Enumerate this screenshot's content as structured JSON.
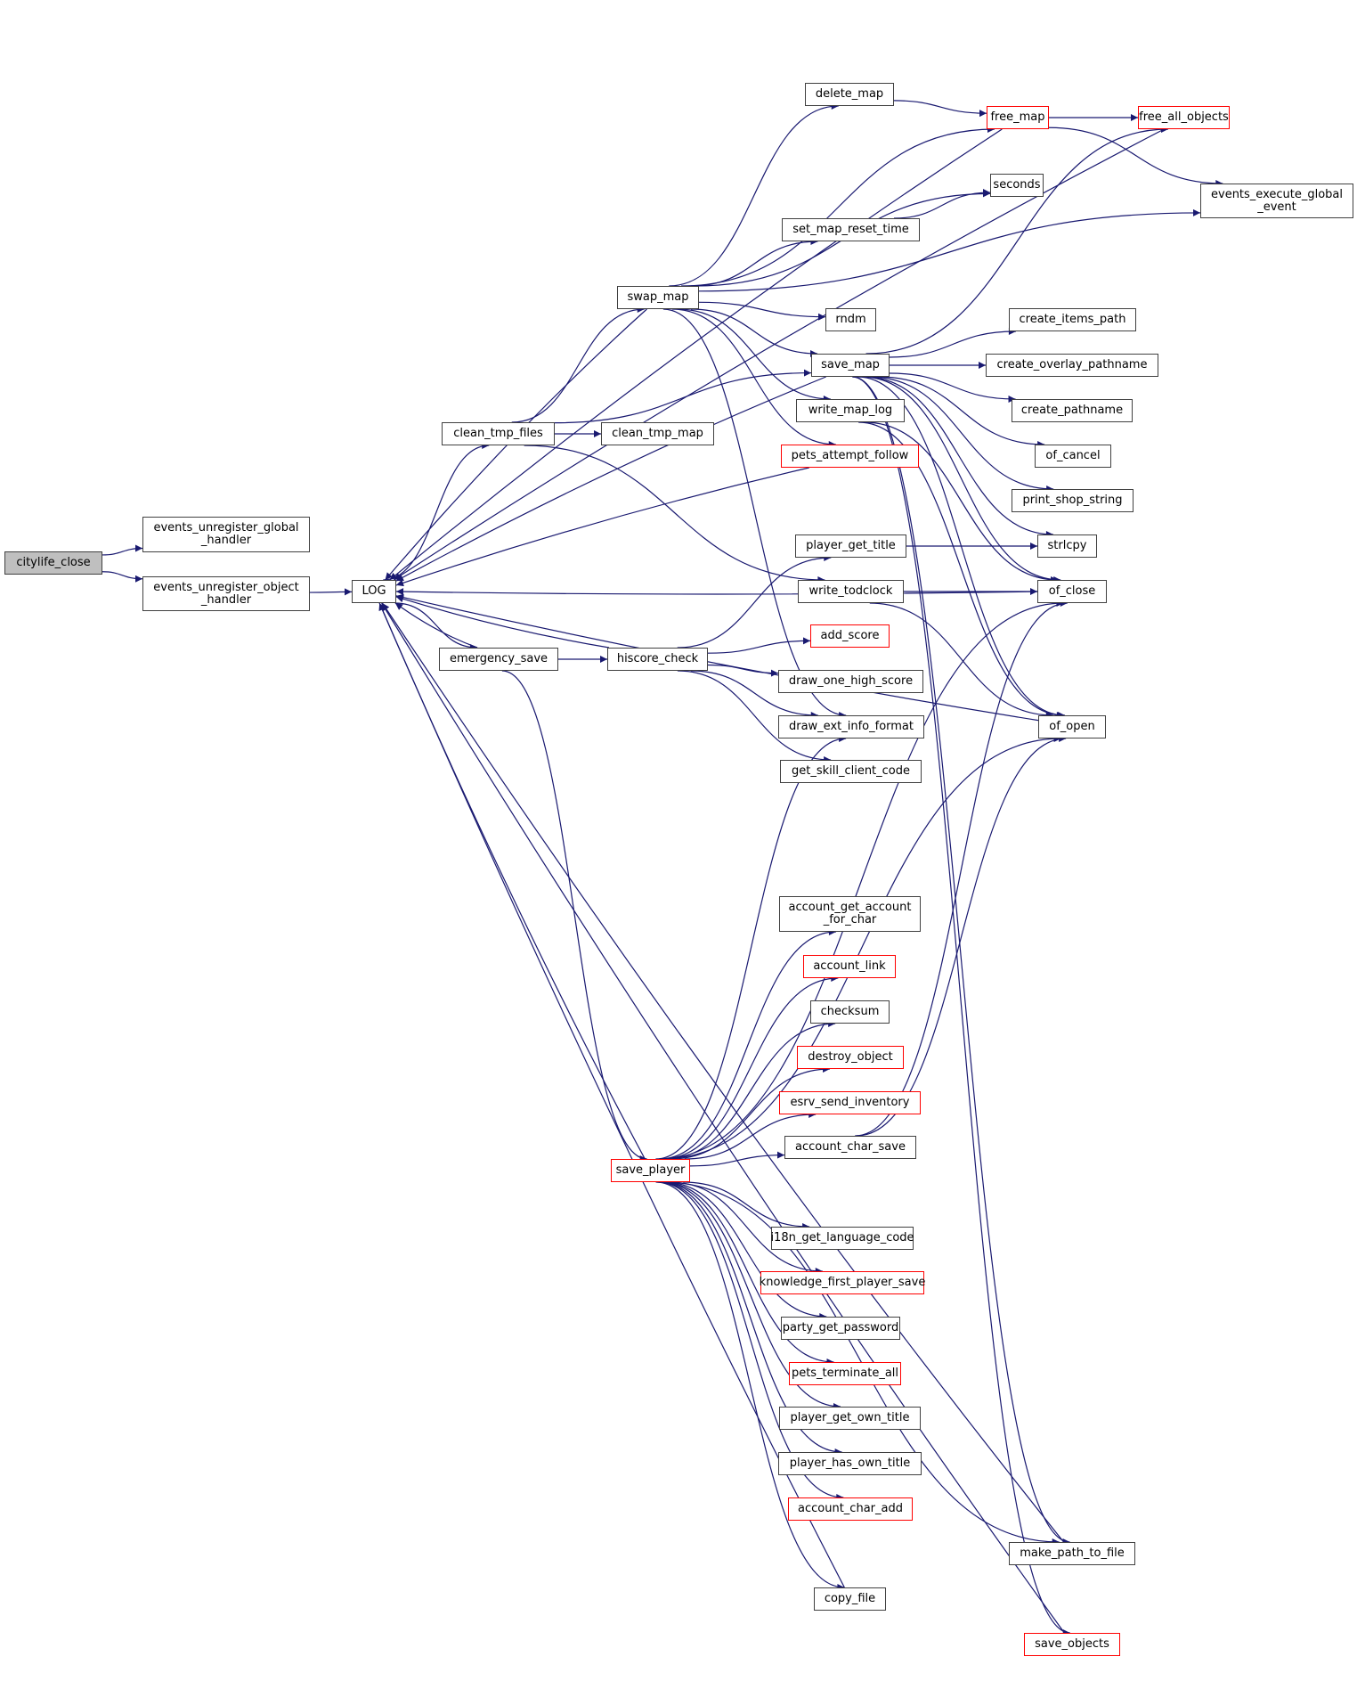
{
  "graph": {
    "title": "citylife_close call graph",
    "colors": {
      "edge": "#191970",
      "node_border": "#404040",
      "node_red_border": "#ff0000",
      "root_fill": "#bfbfbf"
    },
    "nodes": [
      {
        "id": "citylife_close",
        "label": "citylife_close",
        "style": "root"
      },
      {
        "id": "eugh",
        "label": "events_unregister_global\n_handler",
        "style": "normal"
      },
      {
        "id": "euoh",
        "label": "events_unregister_object\n_handler",
        "style": "normal"
      },
      {
        "id": "LOG",
        "label": "LOG",
        "style": "normal"
      },
      {
        "id": "emergency_save",
        "label": "emergency_save",
        "style": "normal"
      },
      {
        "id": "clean_tmp_files",
        "label": "clean_tmp_files",
        "style": "normal"
      },
      {
        "id": "clean_tmp_map",
        "label": "clean_tmp_map",
        "style": "normal"
      },
      {
        "id": "swap_map",
        "label": "swap_map",
        "style": "normal"
      },
      {
        "id": "delete_map",
        "label": "delete_map",
        "style": "normal"
      },
      {
        "id": "free_map",
        "label": "free_map",
        "style": "red"
      },
      {
        "id": "free_all_objects",
        "label": "free_all_objects",
        "style": "red"
      },
      {
        "id": "seconds",
        "label": "seconds",
        "style": "normal"
      },
      {
        "id": "set_map_reset_time",
        "label": "set_map_reset_time",
        "style": "normal"
      },
      {
        "id": "eeg",
        "label": "events_execute_global\n_event",
        "style": "normal"
      },
      {
        "id": "rndm",
        "label": "rndm",
        "style": "normal"
      },
      {
        "id": "save_map",
        "label": "save_map",
        "style": "normal"
      },
      {
        "id": "create_items_path",
        "label": "create_items_path",
        "style": "normal"
      },
      {
        "id": "create_overlay_pathname",
        "label": "create_overlay_pathname",
        "style": "normal"
      },
      {
        "id": "create_pathname",
        "label": "create_pathname",
        "style": "normal"
      },
      {
        "id": "of_cancel",
        "label": "of_cancel",
        "style": "normal"
      },
      {
        "id": "print_shop_string",
        "label": "print_shop_string",
        "style": "normal"
      },
      {
        "id": "strlcpy",
        "label": "strlcpy",
        "style": "normal"
      },
      {
        "id": "of_close",
        "label": "of_close",
        "style": "normal"
      },
      {
        "id": "of_open",
        "label": "of_open",
        "style": "normal"
      },
      {
        "id": "write_map_log",
        "label": "write_map_log",
        "style": "normal"
      },
      {
        "id": "pets_attempt_follow",
        "label": "pets_attempt_follow",
        "style": "red"
      },
      {
        "id": "player_get_title",
        "label": "player_get_title",
        "style": "normal"
      },
      {
        "id": "write_todclock",
        "label": "write_todclock",
        "style": "normal"
      },
      {
        "id": "hiscore_check",
        "label": "hiscore_check",
        "style": "normal"
      },
      {
        "id": "add_score",
        "label": "add_score",
        "style": "red"
      },
      {
        "id": "draw_one_high_score",
        "label": "draw_one_high_score",
        "style": "normal"
      },
      {
        "id": "draw_ext_info_format",
        "label": "draw_ext_info_format",
        "style": "normal"
      },
      {
        "id": "get_skill_client_code",
        "label": "get_skill_client_code",
        "style": "normal"
      },
      {
        "id": "agafc",
        "label": "account_get_account\n_for_char",
        "style": "normal"
      },
      {
        "id": "account_link",
        "label": "account_link",
        "style": "red"
      },
      {
        "id": "checksum",
        "label": "checksum",
        "style": "normal"
      },
      {
        "id": "destroy_object",
        "label": "destroy_object",
        "style": "red"
      },
      {
        "id": "esrv_send_inventory",
        "label": "esrv_send_inventory",
        "style": "red"
      },
      {
        "id": "account_char_save",
        "label": "account_char_save",
        "style": "normal"
      },
      {
        "id": "save_player",
        "label": "save_player",
        "style": "red"
      },
      {
        "id": "i18n_get_language_code",
        "label": "i18n_get_language_code",
        "style": "normal"
      },
      {
        "id": "knowledge_first_player_save",
        "label": "knowledge_first_player_save",
        "style": "red"
      },
      {
        "id": "party_get_password",
        "label": "party_get_password",
        "style": "normal"
      },
      {
        "id": "pets_terminate_all",
        "label": "pets_terminate_all",
        "style": "red"
      },
      {
        "id": "player_get_own_title",
        "label": "player_get_own_title",
        "style": "normal"
      },
      {
        "id": "player_has_own_title",
        "label": "player_has_own_title",
        "style": "normal"
      },
      {
        "id": "account_char_add",
        "label": "account_char_add",
        "style": "red"
      },
      {
        "id": "make_path_to_file",
        "label": "make_path_to_file",
        "style": "normal"
      },
      {
        "id": "copy_file",
        "label": "copy_file",
        "style": "normal"
      },
      {
        "id": "save_objects",
        "label": "save_objects",
        "style": "red"
      }
    ],
    "edges": [
      [
        "citylife_close",
        "eugh"
      ],
      [
        "citylife_close",
        "euoh"
      ],
      [
        "euoh",
        "LOG"
      ],
      [
        "LOG",
        "emergency_save"
      ],
      [
        "LOG",
        "clean_tmp_files"
      ],
      [
        "emergency_save",
        "LOG"
      ],
      [
        "emergency_save",
        "hiscore_check"
      ],
      [
        "emergency_save",
        "save_player"
      ],
      [
        "clean_tmp_files",
        "clean_tmp_map"
      ],
      [
        "clean_tmp_files",
        "swap_map"
      ],
      [
        "clean_tmp_files",
        "save_map"
      ],
      [
        "clean_tmp_files",
        "write_todclock"
      ],
      [
        "swap_map",
        "LOG"
      ],
      [
        "swap_map",
        "delete_map"
      ],
      [
        "swap_map",
        "free_map"
      ],
      [
        "swap_map",
        "seconds"
      ],
      [
        "swap_map",
        "set_map_reset_time"
      ],
      [
        "swap_map",
        "eeg"
      ],
      [
        "swap_map",
        "rndm"
      ],
      [
        "swap_map",
        "save_map"
      ],
      [
        "swap_map",
        "write_map_log"
      ],
      [
        "swap_map",
        "pets_attempt_follow"
      ],
      [
        "swap_map",
        "draw_ext_info_format"
      ],
      [
        "delete_map",
        "free_map"
      ],
      [
        "free_map",
        "free_all_objects"
      ],
      [
        "free_map",
        "eeg"
      ],
      [
        "free_map",
        "LOG"
      ],
      [
        "free_all_objects",
        "LOG"
      ],
      [
        "set_map_reset_time",
        "seconds"
      ],
      [
        "save_map",
        "LOG"
      ],
      [
        "save_map",
        "free_all_objects"
      ],
      [
        "save_map",
        "create_items_path"
      ],
      [
        "save_map",
        "create_overlay_pathname"
      ],
      [
        "save_map",
        "create_pathname"
      ],
      [
        "save_map",
        "of_cancel"
      ],
      [
        "save_map",
        "print_shop_string"
      ],
      [
        "save_map",
        "strlcpy"
      ],
      [
        "save_map",
        "of_close"
      ],
      [
        "save_map",
        "of_open"
      ],
      [
        "save_map",
        "make_path_to_file"
      ],
      [
        "save_map",
        "save_objects"
      ],
      [
        "write_map_log",
        "of_close"
      ],
      [
        "write_map_log",
        "of_open"
      ],
      [
        "pets_attempt_follow",
        "LOG"
      ],
      [
        "of_close",
        "LOG"
      ],
      [
        "of_open",
        "LOG"
      ],
      [
        "player_get_title",
        "strlcpy"
      ],
      [
        "write_todclock",
        "of_close"
      ],
      [
        "write_todclock",
        "of_open"
      ],
      [
        "hiscore_check",
        "LOG"
      ],
      [
        "hiscore_check",
        "player_get_title"
      ],
      [
        "hiscore_check",
        "add_score"
      ],
      [
        "hiscore_check",
        "draw_one_high_score"
      ],
      [
        "hiscore_check",
        "draw_ext_info_format"
      ],
      [
        "hiscore_check",
        "get_skill_client_code"
      ],
      [
        "save_player",
        "LOG"
      ],
      [
        "save_player",
        "draw_ext_info_format"
      ],
      [
        "save_player",
        "of_close"
      ],
      [
        "save_player",
        "agafc"
      ],
      [
        "save_player",
        "account_link"
      ],
      [
        "save_player",
        "checksum"
      ],
      [
        "save_player",
        "destroy_object"
      ],
      [
        "save_player",
        "esrv_send_inventory"
      ],
      [
        "save_player",
        "account_char_save"
      ],
      [
        "save_player",
        "of_open"
      ],
      [
        "save_player",
        "i18n_get_language_code"
      ],
      [
        "save_player",
        "knowledge_first_player_save"
      ],
      [
        "save_player",
        "party_get_password"
      ],
      [
        "save_player",
        "pets_terminate_all"
      ],
      [
        "save_player",
        "player_get_own_title"
      ],
      [
        "save_player",
        "player_has_own_title"
      ],
      [
        "save_player",
        "account_char_add"
      ],
      [
        "save_player",
        "make_path_to_file"
      ],
      [
        "save_player",
        "copy_file"
      ],
      [
        "account_char_save",
        "of_close"
      ],
      [
        "account_char_save",
        "of_open"
      ],
      [
        "copy_file",
        "LOG"
      ],
      [
        "make_path_to_file",
        "LOG"
      ],
      [
        "save_objects",
        "LOG"
      ]
    ]
  }
}
